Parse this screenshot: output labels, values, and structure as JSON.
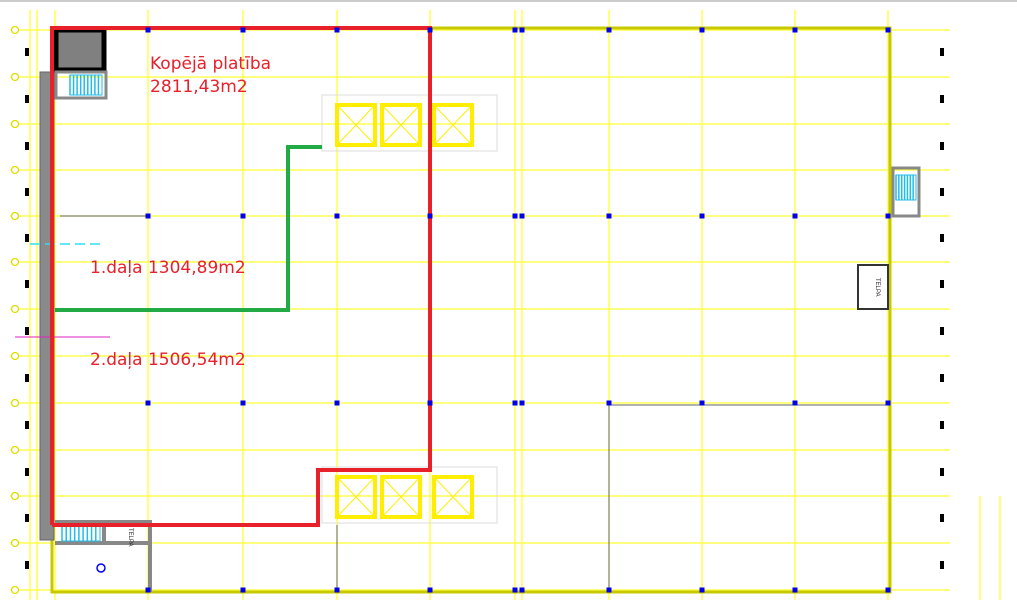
{
  "plan": {
    "total_area_title": "Kopējā platība",
    "total_area_value": "2811,43m2",
    "part1_label": "1.daļa 1304,89m2",
    "part2_label": "2.daļa 1506,54m2",
    "room_label": "TELPA"
  },
  "colors": {
    "grid": "#ffff33",
    "boundary_red": "#e8202a",
    "boundary_green": "#22aa44",
    "column": "#0000ee",
    "wall": "#808080",
    "stair": "#22bbee"
  }
}
